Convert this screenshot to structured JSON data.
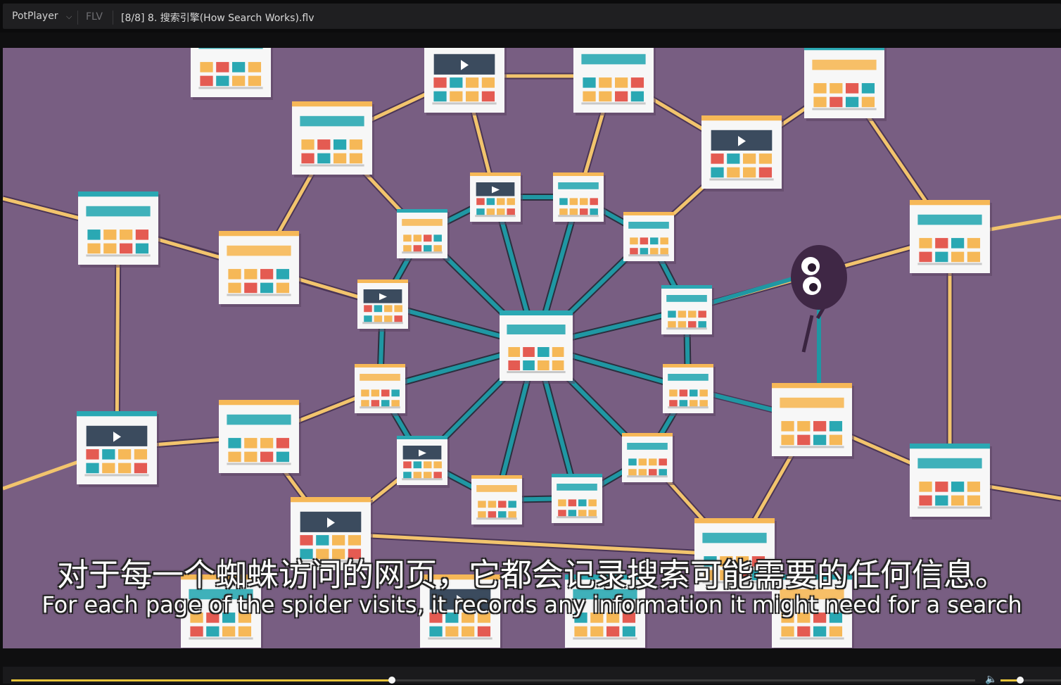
{
  "titlebar": {
    "app_name": "PotPlayer",
    "menu_arrow": "⌵",
    "format": "FLV",
    "file_title": "[8/8] 8. 搜索引擎(How Search Works).flv"
  },
  "video": {
    "subtitle_cn": "对于每一个蜘蛛访问的网页，它都会记录搜索可能需要的任何信息。",
    "subtitle_en": "For each page of the spider visits, it records any information it might need for a search",
    "colors": {
      "background": "#785e82",
      "web_outer": "#f2c46d",
      "web_inner": "#1f97a3",
      "page": "#f7f7f7",
      "accent_orange": "#f6b857",
      "accent_red": "#e45b52",
      "accent_teal": "#2aa8b3",
      "dark": "#3b4b5e"
    }
  },
  "controls": {
    "seek_progress": 0.395,
    "volume_level": 0.32,
    "volume_icon": "speaker-icon",
    "accent": "#e8c43a"
  }
}
